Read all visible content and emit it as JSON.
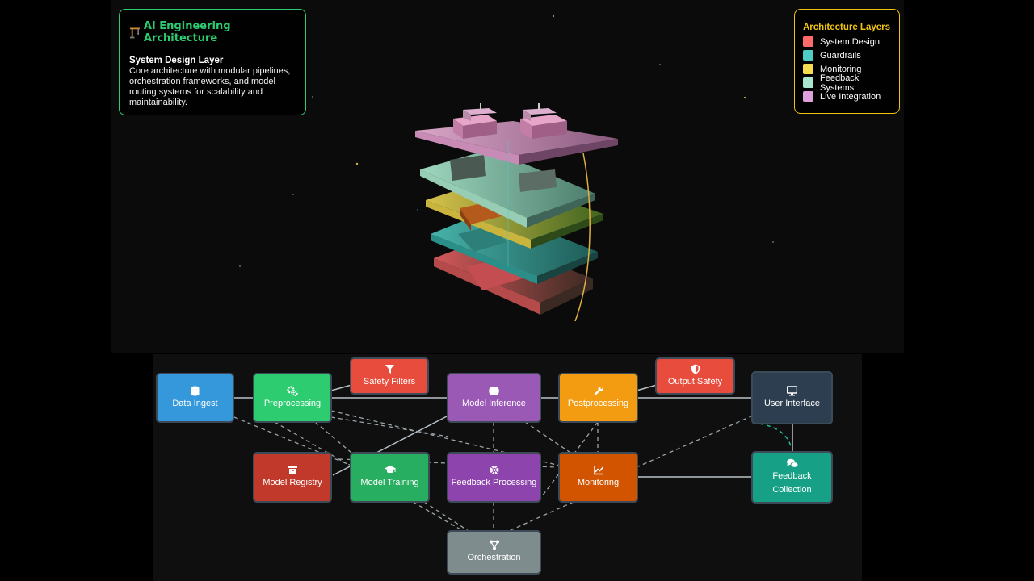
{
  "info_panel": {
    "title": "AI Engineering Architecture",
    "layer_title": "System Design Layer",
    "description": "Core architecture with modular pipelines, orchestration frameworks, and model routing systems for scalability and maintainability."
  },
  "legend": {
    "title": "Architecture Layers",
    "items": [
      {
        "label": "System Design",
        "color": "#ff6b6b"
      },
      {
        "label": "Guardrails",
        "color": "#4ecdc4"
      },
      {
        "label": "Monitoring",
        "color": "#f7dc4f"
      },
      {
        "label": "Feedback Systems",
        "color": "#a8e6cf"
      },
      {
        "label": "Live Integration",
        "color": "#dda0dd"
      }
    ]
  },
  "colors": {
    "info_border": "#2ecc71",
    "legend_border": "#f1c40f",
    "node_border": "#3d4a57",
    "solid_link": "#b9c3c9",
    "dashed_link": "#9aa3a8",
    "curved_link": "#1abc9c"
  },
  "nodes": {
    "data_ingest": {
      "label": "Data Ingest",
      "icon": "database-icon",
      "color": "#3498db"
    },
    "preprocessing": {
      "label": "Preprocessing",
      "icon": "gears-icon",
      "color": "#2ecc71"
    },
    "safety_filters": {
      "label": "Safety Filters",
      "icon": "filter-icon",
      "color": "#e74c3c"
    },
    "model_inference": {
      "label": "Model Inference",
      "icon": "brain-icon",
      "color": "#9b59b6"
    },
    "postprocessing": {
      "label": "Postprocessing",
      "icon": "wrench-icon",
      "color": "#f39c12"
    },
    "output_safety": {
      "label": "Output Safety",
      "icon": "shield-icon",
      "color": "#e74c3c"
    },
    "user_interface": {
      "label": "User Interface",
      "icon": "desktop-icon",
      "color": "#2c3e50"
    },
    "model_registry": {
      "label": "Model Registry",
      "icon": "archive-icon",
      "color": "#c0392b"
    },
    "model_training": {
      "label": "Model Training",
      "icon": "graduation-cap-icon",
      "color": "#27ae60"
    },
    "feedback_processing": {
      "label": "Feedback Processing",
      "icon": "cog-icon",
      "color": "#8e44ad"
    },
    "monitoring": {
      "label": "Monitoring",
      "icon": "chart-line-icon",
      "color": "#d35400"
    },
    "feedback_collection": {
      "label": "Feedback Collection",
      "icon": "comments-icon",
      "color": "#16a085"
    },
    "orchestration": {
      "label": "Orchestration",
      "icon": "sitemap-icon",
      "color": "#7f8c8d"
    }
  }
}
